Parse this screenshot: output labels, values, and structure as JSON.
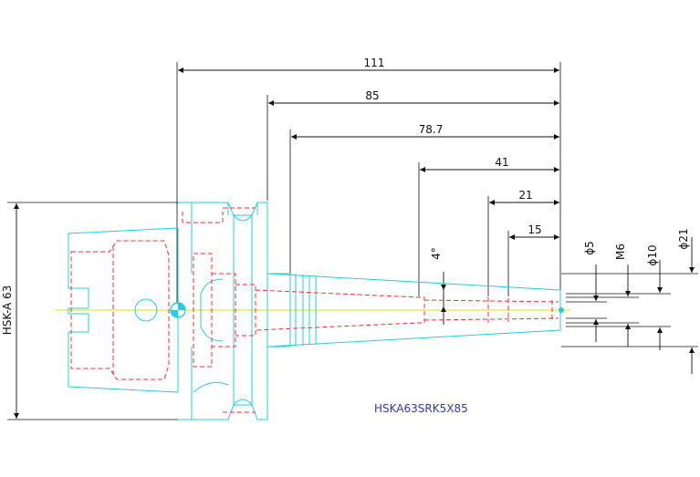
{
  "colors": {
    "outline": "#1fd0e0",
    "hidden": "#ff2a2a",
    "dimension": "#111111",
    "centerline": "#e8e000",
    "part_label": "#3333cc",
    "background": "#ffffff"
  },
  "dimensions": {
    "length_111": "111",
    "length_85": "85",
    "length_78_7": "78.7",
    "length_41": "41",
    "length_21": "21",
    "length_15": "15",
    "taper_angle": "4°",
    "dia_5": "ϕ5",
    "thread_m6": "M6",
    "dia_10": "ϕ10",
    "dia_21": "ϕ21",
    "hsk_size": "HSK-A 63"
  },
  "part_label": "HSKA63SRK5X85"
}
